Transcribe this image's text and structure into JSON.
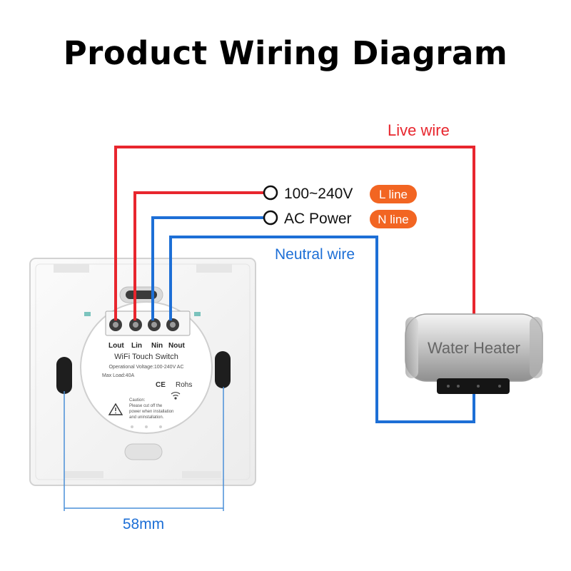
{
  "title": "Product Wiring Diagram",
  "labels": {
    "live_wire": "Live wire",
    "neutral_wire": "Neutral wire",
    "voltage": "100~240V",
    "ac_power": "AC Power",
    "l_line": "L line",
    "n_line": "N line",
    "water_heater": "Water Heater",
    "width": "58mm"
  },
  "switch_panel": {
    "terminals": [
      "Lout",
      "Lin",
      "Nin",
      "Nout"
    ],
    "model": "WiFi Touch Switch",
    "operational_voltage": "Operational Voltage:100-240V AC",
    "max_load": "Max Load:40A",
    "ce_mark": "CE",
    "rohs_mark": "Rohs",
    "caution_title": "Caution:",
    "caution_line1": "Please cut off the",
    "caution_line2": "power when installation",
    "caution_line3": "and uninstallation."
  },
  "colors": {
    "live": "#e8262e",
    "neutral": "#1d6fd6",
    "badge": "#f26522",
    "dimension": "#4a8fd8"
  }
}
